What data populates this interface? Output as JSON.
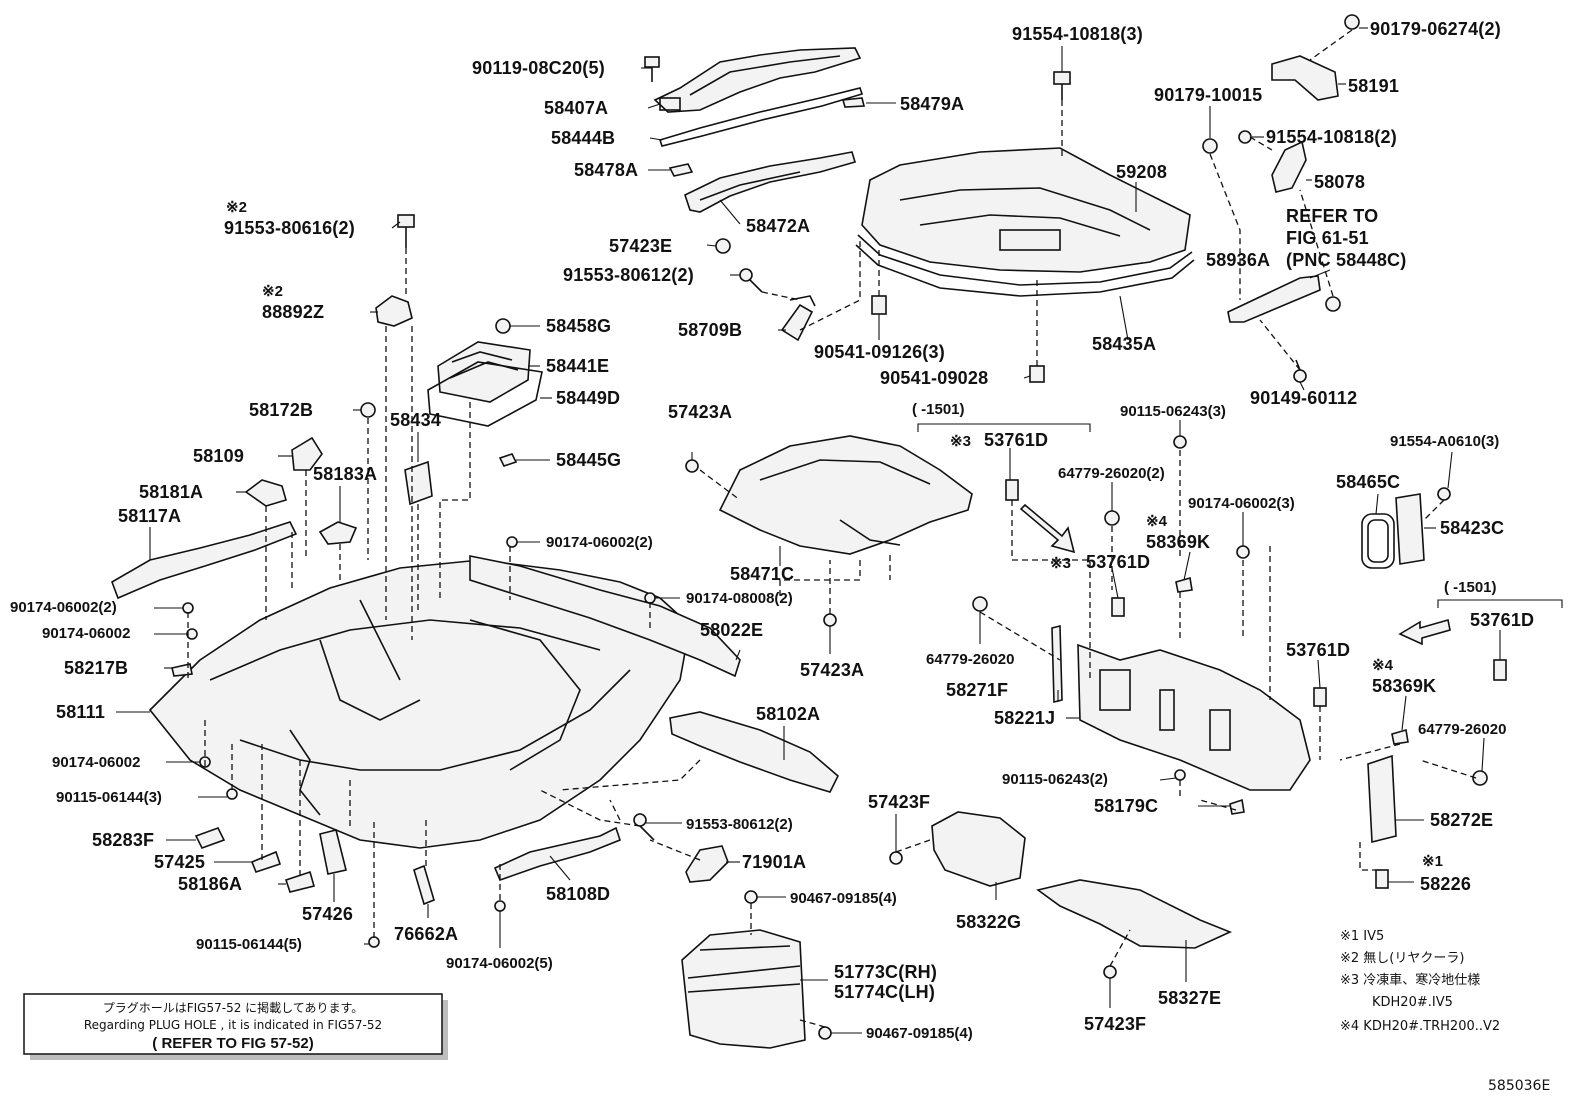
{
  "parts": {
    "p90119": "90119-08C20(5)",
    "p58407A": "58407A",
    "p58479A": "58479A",
    "p58444B": "58444B",
    "p58478A": "58478A",
    "p58472A": "58472A",
    "p57423E": "57423E",
    "p91553_80612_top": "91553-80612(2)",
    "p58709B": "58709B",
    "p91554_10818_3": "91554-10818(3)",
    "p59208": "59208",
    "p58435A": "58435A",
    "p90541_09126": "90541-09126(3)",
    "p90541_09028": "90541-09028",
    "p90179_06274": "90179-06274(2)",
    "p58191": "58191",
    "p90179_10015": "90179-10015",
    "p91554_10818_2": "91554-10818(2)",
    "p58078": "58078",
    "p58936A": "58936A",
    "p90149": "90149-60112",
    "p91553_80616": "91553-80616(2)",
    "p88892Z": "88892Z",
    "p58458G": "58458G",
    "p58441E": "58441E",
    "p58449D": "58449D",
    "p58434": "58434",
    "p58445G": "58445G",
    "p58172B": "58172B",
    "p58109": "58109",
    "p58181A": "58181A",
    "p58183A": "58183A",
    "p58117A": "58117A",
    "p90174_06002_2_left": "90174-06002(2)",
    "p90174_06002_left": "90174-06002",
    "p58217B": "58217B",
    "p58111": "58111",
    "p90174_06002_lower": "90174-06002",
    "p90115_06144_3": "90115-06144(3)",
    "p58283F": "58283F",
    "p57425": "57425",
    "p58186A": "58186A",
    "p57426": "57426",
    "p76662A": "76662A",
    "p90115_06144_5": "90115-06144(5)",
    "p90174_06002_5": "90174-06002(5)",
    "p90174_06002_2_mid": "90174-06002(2)",
    "p90174_08008": "90174-08008(2)",
    "p58022E": "58022E",
    "p57423A_top": "57423A",
    "p58471C": "58471C",
    "p57423A_mid": "57423A",
    "p58102A": "58102A",
    "p91553_80612_low": "91553-80612(2)",
    "p71901A": "71901A",
    "p58108D": "58108D",
    "p90467_top": "90467-09185(4)",
    "p51773C": "51773C(RH)",
    "p51774C": "51774C(LH)",
    "p90467_low": "90467-09185(4)",
    "p57423F_left": "57423F",
    "p58322G": "58322G",
    "p58327E": "58327E",
    "p57423F_low": "57423F",
    "p53761D_a": "53761D",
    "p53761D_b": "53761D",
    "p53761D_c": "53761D",
    "p53761D_d": "53761D",
    "p90115_06243_3": "90115-06243(3)",
    "p64779_26020_2": "64779-26020(2)",
    "p58369K_a": "58369K",
    "p58369K_b": "58369K",
    "p90174_06002_3": "90174-06002(3)",
    "p64779_26020_a": "64779-26020",
    "p64779_26020_b": "64779-26020",
    "p58271F": "58271F",
    "p58221J": "58221J",
    "p90115_06243_2": "90115-06243(2)",
    "p58179C": "58179C",
    "p58272E": "58272E",
    "p58226": "58226",
    "p91554_A0610": "91554-A0610(3)",
    "p58465C": "58465C",
    "p58423C": "58423C"
  },
  "marks": {
    "m2_a": "※2",
    "m2_b": "※2",
    "m3_a": "※3",
    "m3_b": "※3",
    "m4_a": "※4",
    "m4_b": "※4",
    "m1": "※1"
  },
  "ranges": {
    "r1": "(   -1501)",
    "r2": "(   -1501)"
  },
  "refer": {
    "line1": "REFER TO",
    "line2": "FIG 61-51",
    "line3": "(PNC 58448C)"
  },
  "legend": {
    "l1": "※1 IV5",
    "l2": "※2 無し(リヤクーラ)",
    "l3": "※3 冷凍車、寒冷地仕様",
    "l3b": "KDH20#.IV5",
    "l4": "※4 KDH20#.TRH200..V2"
  },
  "plug_note": {
    "jp": "プラグホールはFIG57-52 に掲載してあります。",
    "en": "Regarding PLUG HOLE , it is indicated in FIG57-52",
    "ref": "( REFER TO FIG 57-52)"
  },
  "figure_id": "585036E"
}
